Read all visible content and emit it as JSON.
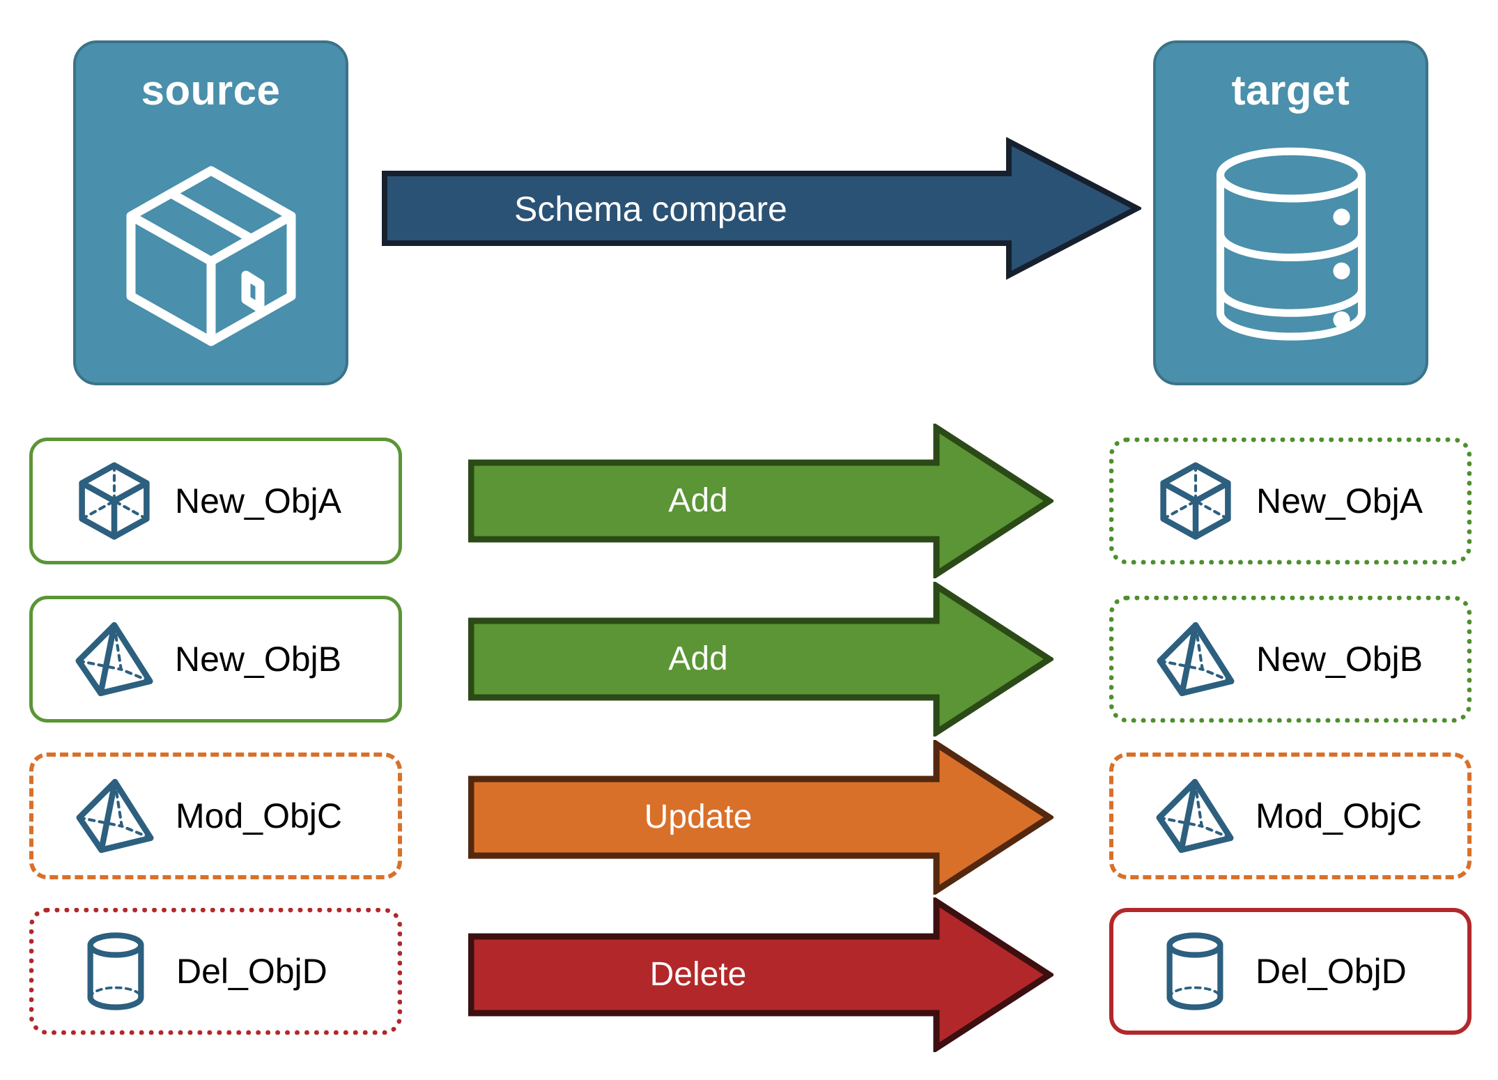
{
  "diagram": {
    "title": "Schema compare source to target",
    "colors": {
      "endpoint_fill": "#4a8fab",
      "endpoint_border": "#3b7389",
      "icon_blue": "#2d5f7f",
      "compare_arrow": "#2a5274",
      "compare_arrow_border": "#17202e",
      "add_arrow": "#5b9535",
      "add_arrow_border": "#2b4a17",
      "update_arrow": "#d9702a",
      "update_arrow_border": "#53280f",
      "delete_arrow": "#b2282a",
      "delete_arrow_border": "#3d0f10",
      "green_border": "#5b9535",
      "orange_border": "#d9702a",
      "red_border": "#b2282a",
      "text_black": "#000000",
      "text_white": "#ffffff"
    },
    "endpoints": [
      {
        "id": "source",
        "label": "source",
        "icon": "package-box-icon"
      },
      {
        "id": "target",
        "label": "target",
        "icon": "database-cylinder-stack-icon"
      }
    ],
    "compare_arrow": {
      "label": "Schema compare",
      "direction": "right"
    },
    "rows": [
      {
        "action": "Add",
        "source": {
          "label": "New_ObjA",
          "icon": "cube-wireframe-icon",
          "border_style": "solid",
          "border_color": "#5b9535"
        },
        "target": {
          "label": "New_ObjA",
          "icon": "cube-wireframe-icon",
          "border_style": "dotted",
          "border_color": "#4e8f2e"
        },
        "arrow_color": "#5b9535"
      },
      {
        "action": "Add",
        "source": {
          "label": "New_ObjB",
          "icon": "pyramid-wireframe-icon",
          "border_style": "solid",
          "border_color": "#5b9535"
        },
        "target": {
          "label": "New_ObjB",
          "icon": "pyramid-wireframe-icon",
          "border_style": "dotted",
          "border_color": "#4e8f2e"
        },
        "arrow_color": "#5b9535"
      },
      {
        "action": "Update",
        "source": {
          "label": "Mod_ObjC",
          "icon": "pyramid-wireframe-icon",
          "border_style": "dashed",
          "border_color": "#d9702a"
        },
        "target": {
          "label": "Mod_ObjC",
          "icon": "pyramid-wireframe-icon",
          "border_style": "dashed",
          "border_color": "#d9702a"
        },
        "arrow_color": "#d9702a"
      },
      {
        "action": "Delete",
        "source": {
          "label": "Del_ObjD",
          "icon": "cylinder-wireframe-icon",
          "border_style": "dotted",
          "border_color": "#b2282a"
        },
        "target": {
          "label": "Del_ObjD",
          "icon": "cylinder-wireframe-icon",
          "border_style": "solid",
          "border_color": "#b2282a"
        },
        "arrow_color": "#b2282a"
      }
    ]
  }
}
